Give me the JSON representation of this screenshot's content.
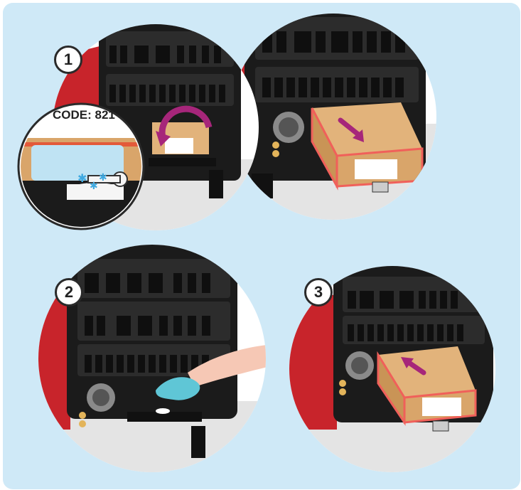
{
  "steps": [
    {
      "number": "1"
    },
    {
      "number": "2"
    },
    {
      "number": "3"
    }
  ],
  "label_code": "CODE: 821",
  "colors": {
    "background": "#cfe9f7",
    "machine_body": "#1b1b1b",
    "machine_side": "#c8242b",
    "floor": "#e4e4e4",
    "box": "#d9a56a",
    "box_outline": "#f0605a",
    "arrow": "#a6267a",
    "cloth": "#5fc6d6"
  }
}
